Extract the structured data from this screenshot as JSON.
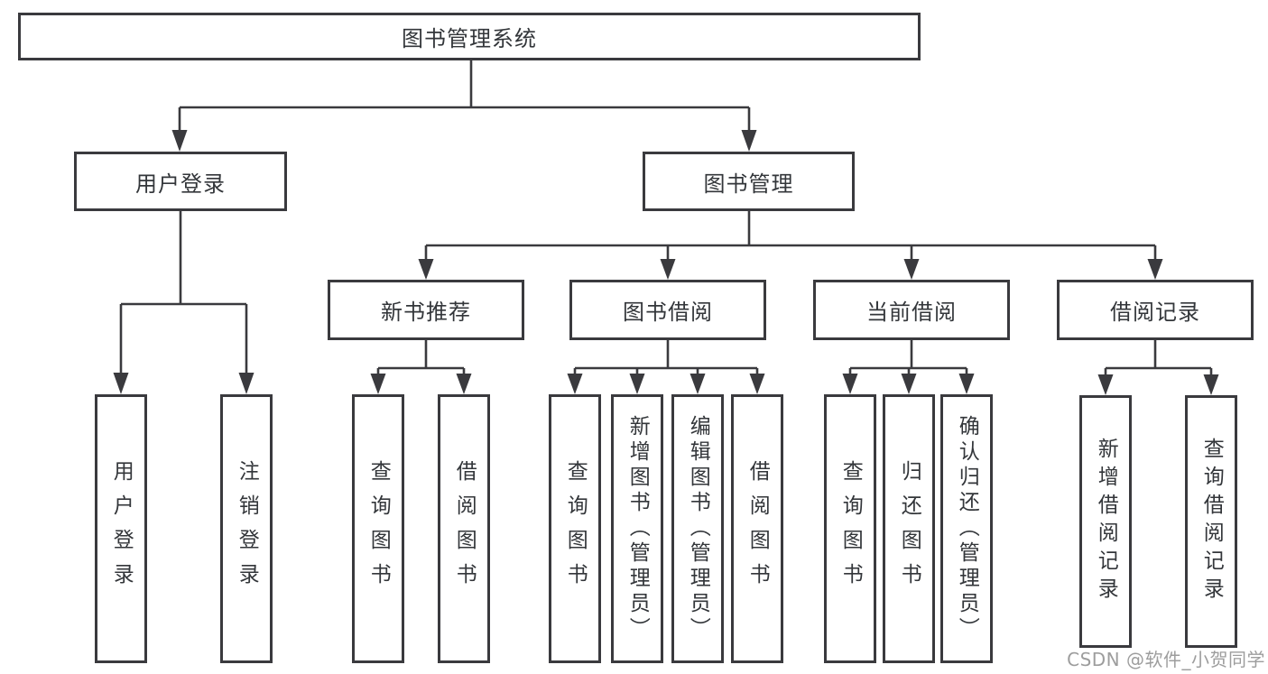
{
  "diagram": {
    "root": {
      "label": "图书管理系统"
    },
    "branches": {
      "user": {
        "label": "用户登录",
        "children": [
          "用户登录",
          "注销登录"
        ]
      },
      "book": {
        "label": "图书管理",
        "groups": [
          {
            "label": "新书推荐",
            "children": [
              "查询图书",
              "借阅图书"
            ]
          },
          {
            "label": "图书借阅",
            "children": [
              "查询图书",
              "新增图书（管理员）",
              "编辑图书（管理员）",
              "借阅图书"
            ]
          },
          {
            "label": "当前借阅",
            "children": [
              "查询图书",
              "归还图书",
              "确认归还（管理员）"
            ]
          },
          {
            "label": "借阅记录",
            "children": [
              "新增借阅记录",
              "查询借阅记录"
            ]
          }
        ]
      }
    }
  },
  "watermark": "CSDN @软件_小贺同学",
  "colors": {
    "line": "#3a3a3e",
    "text": "#33363a",
    "background": "#ffffff",
    "node_fill": "#ffffff",
    "watermark": "#8c8c8c"
  }
}
